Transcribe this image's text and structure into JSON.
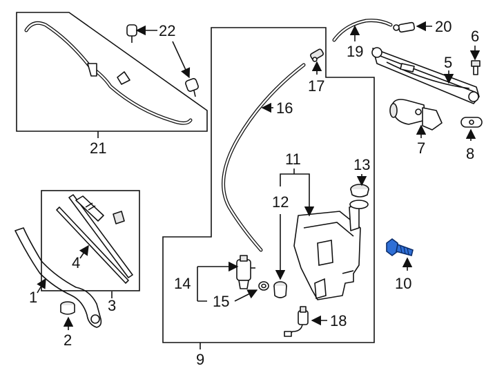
{
  "callouts": {
    "c1": "1",
    "c2": "2",
    "c3": "3",
    "c4": "4",
    "c5": "5",
    "c6": "6",
    "c7": "7",
    "c8": "8",
    "c9": "9",
    "c10": "10",
    "c11": "11",
    "c12": "12",
    "c13": "13",
    "c14": "14",
    "c15": "15",
    "c16": "16",
    "c17": "17",
    "c18": "18",
    "c19": "19",
    "c20": "20",
    "c21": "21",
    "c22": "22"
  },
  "colors": {
    "line": "#111111",
    "highlight_part": "#2f6fd6"
  },
  "highlighted_part": "10"
}
